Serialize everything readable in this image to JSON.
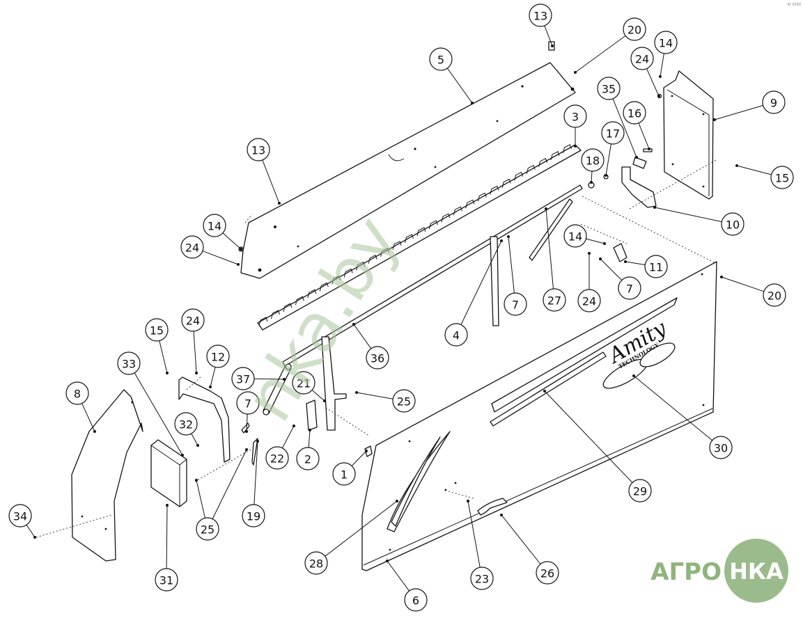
{
  "diagram": {
    "callouts": [
      "1",
      "2",
      "3",
      "4",
      "5",
      "6",
      "7",
      "8",
      "9",
      "10",
      "11",
      "12",
      "13",
      "14",
      "15",
      "16",
      "17",
      "18",
      "19",
      "20",
      "21",
      "22",
      "23",
      "24",
      "25",
      "26",
      "27",
      "28",
      "29",
      "30",
      "31",
      "32",
      "33",
      "34",
      "35",
      "36",
      "37"
    ],
    "panel_logo": {
      "brand": "Amity",
      "subtitle": "TECHNOLOGY"
    },
    "watermark": {
      "text": "nka.by",
      "logo_left": "АГРО",
      "logo_right": "НКА"
    },
    "corner_mark": "ID 2030"
  },
  "colors": {
    "line": "#111111",
    "watermark": "#a8c49a",
    "logo": "#8fb47e"
  }
}
